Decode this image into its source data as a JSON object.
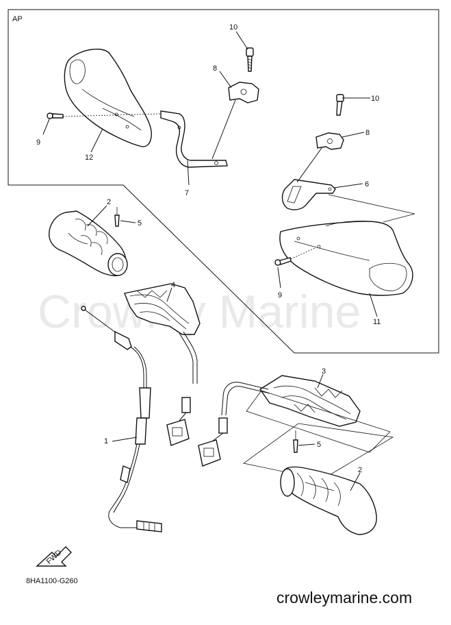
{
  "frame_label": "AP",
  "watermark": "Crowley Marine",
  "drawing_code": "8HA1100-G260",
  "site": "crowleymarine.com",
  "fwd_label": "FWD",
  "callouts": {
    "c10a": "10",
    "c8a": "8",
    "c9a": "9",
    "c12": "12",
    "c7": "7",
    "c10b": "10",
    "c8b": "8",
    "c6": "6",
    "c9b": "9",
    "c11": "11",
    "c2a": "2",
    "c5a": "5",
    "c4": "4",
    "c1": "1",
    "c3": "3",
    "c5b": "5",
    "c2b": "2"
  }
}
